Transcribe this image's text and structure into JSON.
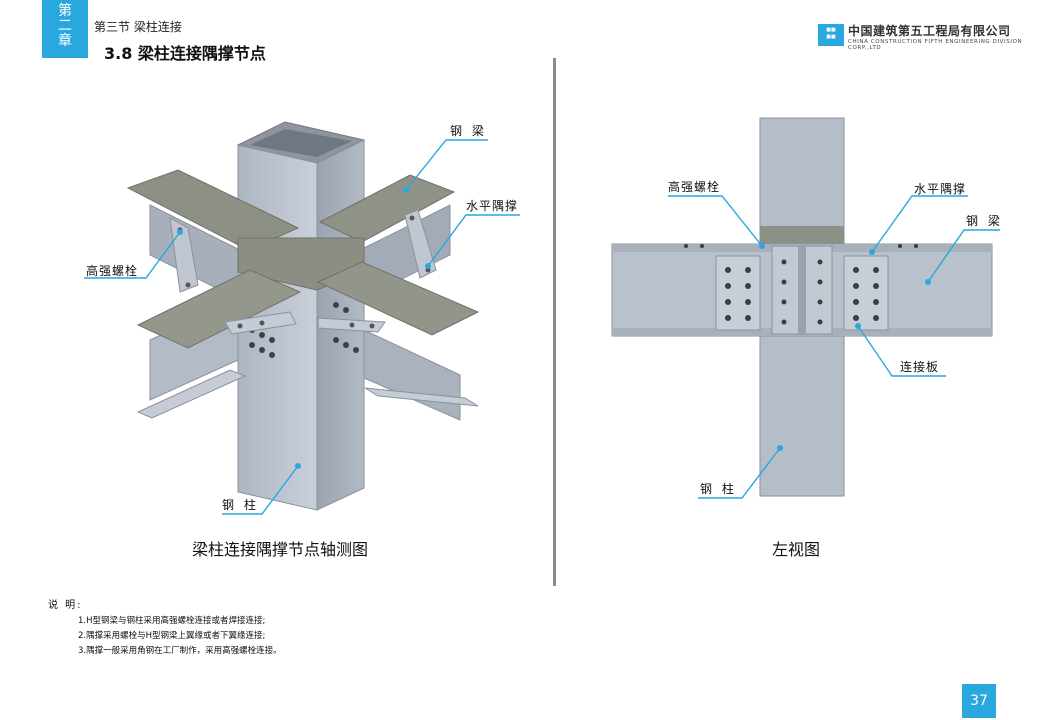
{
  "header": {
    "chapter_tab": [
      "第",
      "二",
      "章"
    ],
    "section_label": "第三节 梁柱连接",
    "page_title": "3.8 梁柱连接隅撑节点",
    "company_cn": "中国建筑第五工程局有限公司",
    "company_en": "CHINA CONSTRUCTION FIFTH ENGINEERING DIVISION CORP.,LTD"
  },
  "left_figure": {
    "caption": "梁柱连接隅撑节点轴测图",
    "labels": {
      "steel_beam": "钢 梁",
      "horizontal_brace": "水平隅撑",
      "hs_bolt": "高强螺栓",
      "steel_column": "钢 柱"
    }
  },
  "right_figure": {
    "caption": "左视图",
    "labels": {
      "hs_bolt": "高强螺栓",
      "horizontal_brace": "水平隅撑",
      "steel_beam": "钢 梁",
      "connecting_plate": "连接板",
      "steel_column": "钢 柱"
    }
  },
  "notes": {
    "heading": "说 明:",
    "items": [
      "1.H型钢梁与钢柱采用高强螺栓连接或者焊接连接;",
      "2.隅撑采用螺栓与H型钢梁上翼缘或者下翼缘连接;",
      "3.隅撑一般采用角钢在工厂制作，采用高强螺栓连接。"
    ]
  },
  "footer": {
    "page_number": "37"
  },
  "colors": {
    "accent": "#29a7df",
    "steel": "#b9c1cc",
    "concrete": "#8e9286"
  }
}
